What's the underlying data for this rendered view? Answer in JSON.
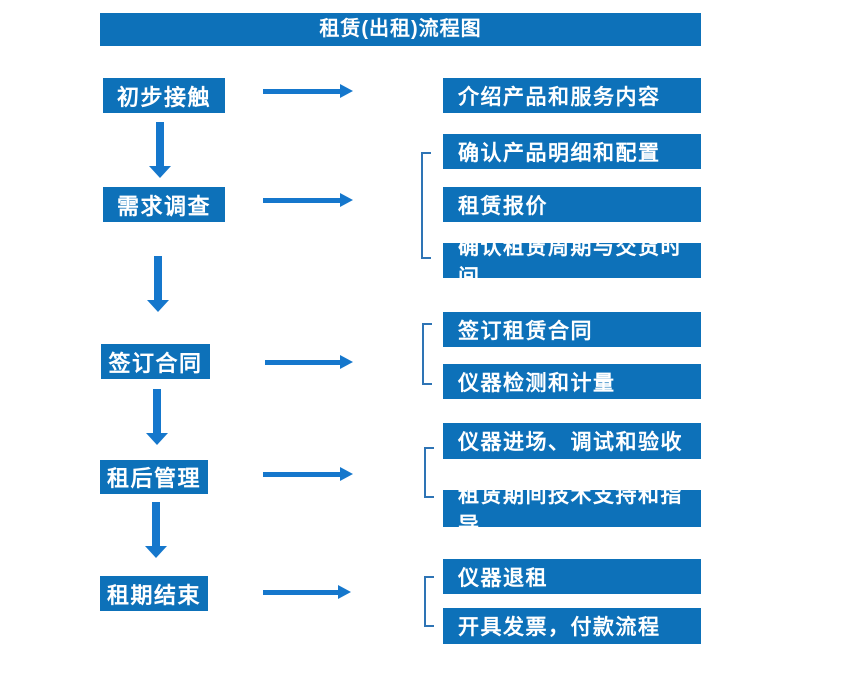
{
  "title": "租赁(出租)流程图",
  "colors": {
    "box_blue": "#0d71b9",
    "arrow_blue": "#1577cc",
    "bracket_blue": "#2e74b5",
    "text_white": "#ffffff"
  },
  "left_steps": [
    {
      "label": "初步接触"
    },
    {
      "label": "需求调查"
    },
    {
      "label": "签订合同"
    },
    {
      "label": "租后管理"
    },
    {
      "label": "租期结束"
    }
  ],
  "right_items": [
    {
      "label": "介绍产品和服务内容"
    },
    {
      "label": "确认产品明细和配置"
    },
    {
      "label": "租赁报价"
    },
    {
      "label": "确认租赁周期与交货时间"
    },
    {
      "label": "签订租赁合同"
    },
    {
      "label": "仪器检测和计量"
    },
    {
      "label": "仪器进场、调试和验收"
    },
    {
      "label": "租赁期间技术支持和指导"
    },
    {
      "label": "仪器退租"
    },
    {
      "label": "开具发票，付款流程"
    }
  ]
}
